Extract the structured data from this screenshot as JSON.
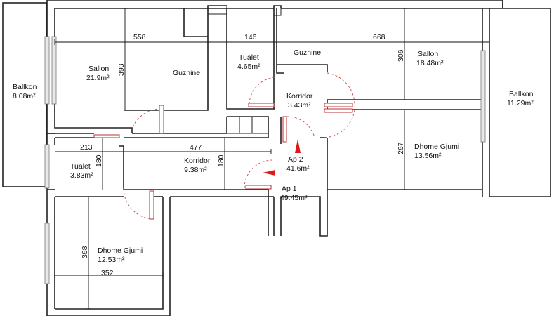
{
  "rooms": {
    "ballkon_left": {
      "name": "Ballkon",
      "area": "8.08m²"
    },
    "sallon_left": {
      "name": "Sallon",
      "area": "21.9m²"
    },
    "guzhine_left": {
      "name": "Guzhine"
    },
    "tualet_top": {
      "name": "Tualet",
      "area": "4.65m²"
    },
    "guzhine_right": {
      "name": "Guzhine"
    },
    "sallon_right": {
      "name": "Sallon",
      "area": "18.48m²"
    },
    "korridor_right": {
      "name": "Korridor",
      "area": "3.43m²"
    },
    "ballkon_right": {
      "name": "Ballkon",
      "area": "11.29m²"
    },
    "dhome_gjumi_right": {
      "name": "Dhome Gjumi",
      "area": "13.56m²"
    },
    "tualet_left": {
      "name": "Tualet",
      "area": "3.83m²"
    },
    "korridor_left": {
      "name": "Korridor",
      "area": "9.38m²"
    },
    "ap2": {
      "name": "Ap 2",
      "area": "41.6m²"
    },
    "ap1": {
      "name": "Ap 1",
      "area": "49.45m²"
    },
    "dhome_gjumi_left": {
      "name": "Dhome Gjumi",
      "area": "12.53m²"
    }
  },
  "dimensions": {
    "d558": "558",
    "d393": "393",
    "d146": "146",
    "d668": "668",
    "d306": "306",
    "d213": "213",
    "d477": "477",
    "d180a": "180",
    "d180b": "180",
    "d267": "267",
    "d368": "368",
    "d352": "352"
  },
  "colors": {
    "door": "#b33333",
    "arrow": "#e01818",
    "wall": "#222222"
  }
}
